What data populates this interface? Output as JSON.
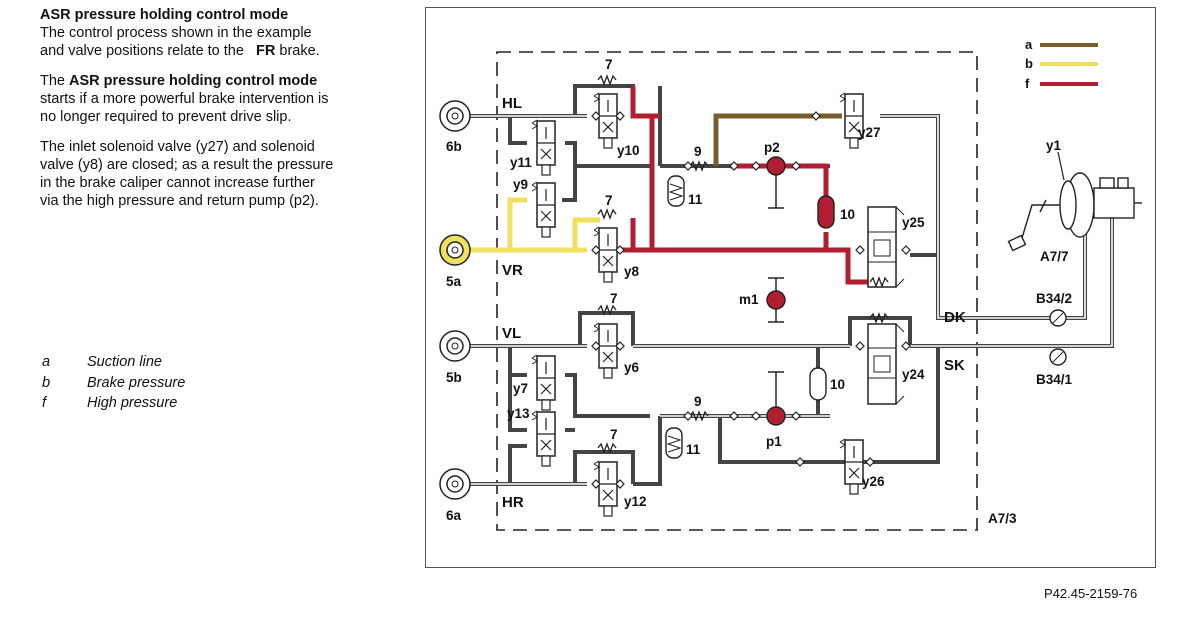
{
  "intro": {
    "title": "ASR pressure holding control mode",
    "line1": "The control process shown in the example",
    "line2_a": "and valve positions relate to the",
    "line2_brake": "FR",
    "line2_b": "brake."
  },
  "para2": {
    "lead": "The",
    "mode": "ASR pressure holding control mode",
    "line2": "starts if a more powerful brake intervention is",
    "line3": "no longer required to prevent drive slip."
  },
  "para3": {
    "line1": "The inlet solenoid valve (y27) and solenoid",
    "line2": "valve (y8) are closed; as a result the pressure",
    "line3": "in the brake caliper cannot increase further",
    "line4": "via the high pressure and return pump (p2)."
  },
  "legend": [
    {
      "key": "a",
      "text": "Suction line",
      "color": "#7a5e2a"
    },
    {
      "key": "b",
      "text": "Brake pressure",
      "color": "#f0e060"
    },
    {
      "key": "f",
      "text": "High pressure",
      "color": "#b01e30"
    }
  ],
  "labels": {
    "HL": "HL",
    "VR": "VR",
    "VL": "VL",
    "HR": "HR",
    "b6": "6b",
    "a5": "5a",
    "b5": "5b",
    "a6": "6a",
    "y10": "y10",
    "y11": "y11",
    "y9": "y9",
    "y8": "y8",
    "y6": "y6",
    "y7": "y7",
    "y13": "y13",
    "y12": "y12",
    "y27": "y27",
    "y25": "y25",
    "y24": "y24",
    "y26": "y26",
    "y1": "y1",
    "n7a": "7",
    "n7b": "7",
    "n7c": "7",
    "n7d": "7",
    "n9a": "9",
    "n9b": "9",
    "n11a": "11",
    "n11b": "11",
    "n10a": "10",
    "n10b": "10",
    "p2": "p2",
    "p1": "p1",
    "m1": "m1",
    "DK": "DK",
    "SK": "SK",
    "A77": "A7/7",
    "B342": "B34/2",
    "B341": "B34/1",
    "A73": "A7/3"
  },
  "colors": {
    "suction": "#7a5e2a",
    "brake": "#f0e060",
    "high": "#b01e30",
    "line": "#222222"
  },
  "reference": "P42.45-2159-76"
}
